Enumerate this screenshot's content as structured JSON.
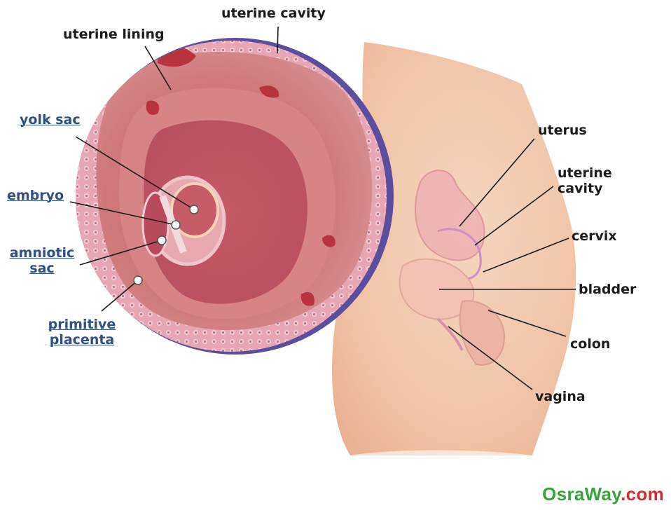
{
  "labels": {
    "uterine_cavity_top": "uterine cavity",
    "uterine_lining": "uterine lining",
    "yolk_sac": "yolk sac",
    "embryo": "embryo",
    "amniotic_sac_line1": "amniotic",
    "amniotic_sac_line2": "sac",
    "primitive_placenta_line1": "primitive",
    "primitive_placenta_line2": "placenta",
    "uterus": "uterus",
    "uterine_cavity_right_line1": "uterine",
    "uterine_cavity_right_line2": "cavity",
    "cervix": "cervix",
    "bladder": "bladder",
    "colon": "colon",
    "vagina": "vagina"
  },
  "watermark": {
    "part1": "Osra",
    "part2": "Way",
    "part3": ".com"
  },
  "colors": {
    "label_dark": "#1c1c1c",
    "label_link": "#2f4f86",
    "watermark_green": "#3aa23a",
    "watermark_red": "#d62a2a",
    "circle_rim": "#5b4e9e",
    "tissue_pink": "#d98a8c",
    "skin": "#f4cdb3"
  }
}
